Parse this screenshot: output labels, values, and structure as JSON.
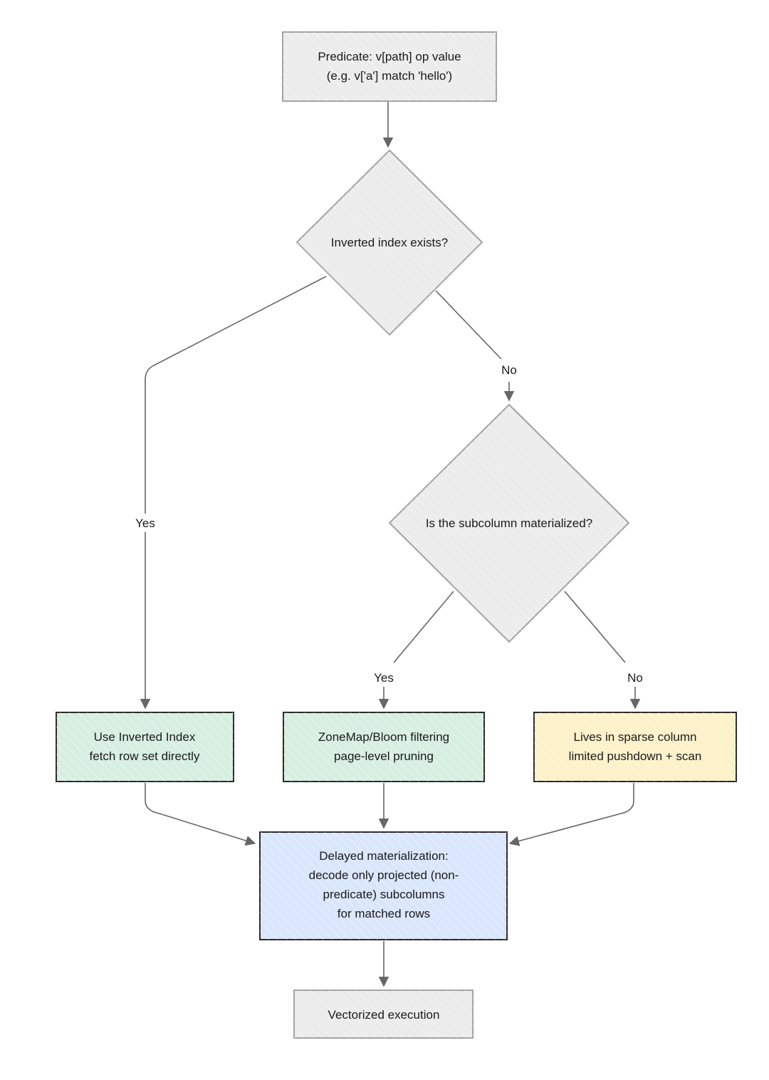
{
  "nodes": {
    "predicate": {
      "lines": [
        "Predicate: v[path] op value",
        "(e.g. v['a'] match 'hello')"
      ]
    },
    "inverted_check": {
      "lines": [
        "Inverted index exists?"
      ]
    },
    "materialized_check": {
      "lines": [
        "Is the subcolumn materialized?"
      ]
    },
    "use_inverted": {
      "lines": [
        "Use Inverted Index",
        "fetch row set directly"
      ]
    },
    "zonemap": {
      "lines": [
        "ZoneMap/Bloom filtering",
        "page-level pruning"
      ]
    },
    "sparse": {
      "lines": [
        "Lives in sparse column",
        "limited pushdown + scan"
      ]
    },
    "delayed": {
      "lines": [
        "Delayed materialization:",
        "decode only projected (non-",
        "predicate) subcolumns",
        "for matched rows"
      ]
    },
    "vectorized": {
      "lines": [
        "Vectorized execution"
      ]
    }
  },
  "edges": {
    "inverted_yes": "Yes",
    "inverted_no": "No",
    "materialized_yes": "Yes",
    "materialized_no": "No"
  },
  "colors": {
    "gray_fill": "#ececec",
    "gray_stroke": "#a3a3a3",
    "green_fill": "#d7efe0",
    "green_stroke": "#2b2b2b",
    "yellow_fill": "#fdf1c9",
    "yellow_stroke": "#2b2b2b",
    "blue_fill": "#d9e6fb",
    "blue_stroke": "#2b2b2b",
    "edge": "#666666"
  }
}
